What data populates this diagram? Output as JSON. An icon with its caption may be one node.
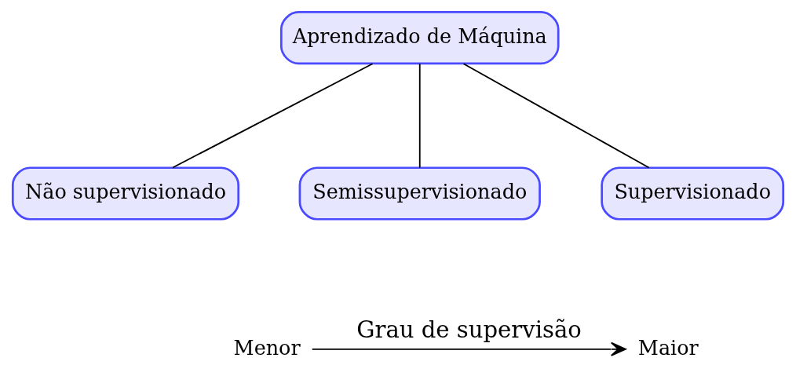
{
  "diagram": {
    "nodes": [
      {
        "text": [
          "Aprendizado de Máquina"
        ]
      },
      {
        "text": [
          "Não supervisionado"
        ]
      },
      {
        "text": [
          "Semissupervisionado"
        ]
      },
      {
        "text": [
          "Supervisionado"
        ]
      },
      {
        "text": [
          "Menor"
        ]
      },
      {
        "text": [
          "Maior"
        ]
      }
    ],
    "edges": [
      {
        "from": 0,
        "to": 1,
        "arrow": "none"
      },
      {
        "from": 0,
        "to": 2,
        "arrow": "none"
      },
      {
        "from": 0,
        "to": 3,
        "arrow": "none"
      },
      {
        "from": 4,
        "to": 5,
        "arrow": "to",
        "label": "Grau de supervisão"
      }
    ]
  }
}
